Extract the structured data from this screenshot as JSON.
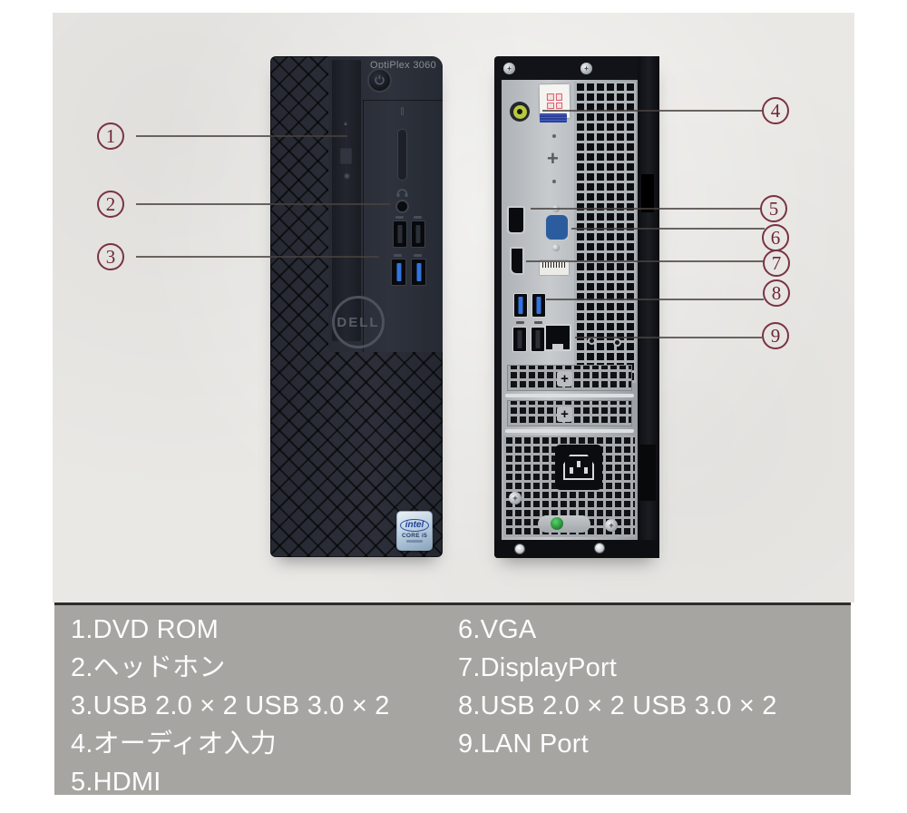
{
  "photo": {
    "front": {
      "model_label": "OptiPlex 3060",
      "brand": "DELL",
      "cpu_badge": {
        "brand": "intel",
        "model": "CORE i5"
      }
    },
    "callouts": [
      {
        "num": "1"
      },
      {
        "num": "2"
      },
      {
        "num": "3"
      },
      {
        "num": "4"
      },
      {
        "num": "5"
      },
      {
        "num": "6"
      },
      {
        "num": "7"
      },
      {
        "num": "8"
      },
      {
        "num": "9"
      }
    ],
    "icons": {
      "screw_plus": "+"
    }
  },
  "legend": {
    "left": [
      "1.DVD ROM",
      "2.ヘッドホン",
      "3.USB 2.0 × 2 USB 3.0 × 2",
      "4.オーディオ入力",
      "5.HDMI"
    ],
    "right": [
      "6.VGA",
      "7.DisplayPort",
      "8.USB 2.0 × 2 USB 3.0 × 2",
      "9.LAN Port"
    ]
  },
  "colors": {
    "callout_accent": "#6d2634",
    "legend_bg": "#a7a5a2",
    "legend_text": "#fdfdfd",
    "usb3_tab": "#3374dd",
    "audio_jack_green": "#b9c93e"
  }
}
